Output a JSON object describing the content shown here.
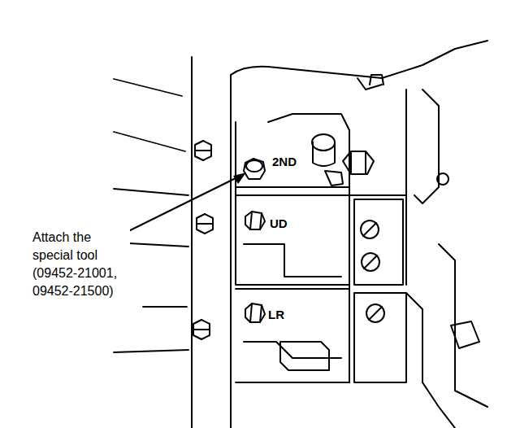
{
  "diagram": {
    "labels": [
      "2ND",
      "UD",
      "LR",
      "Attach the special tool (09452-21001, 09452-21500)"
    ]
  }
}
